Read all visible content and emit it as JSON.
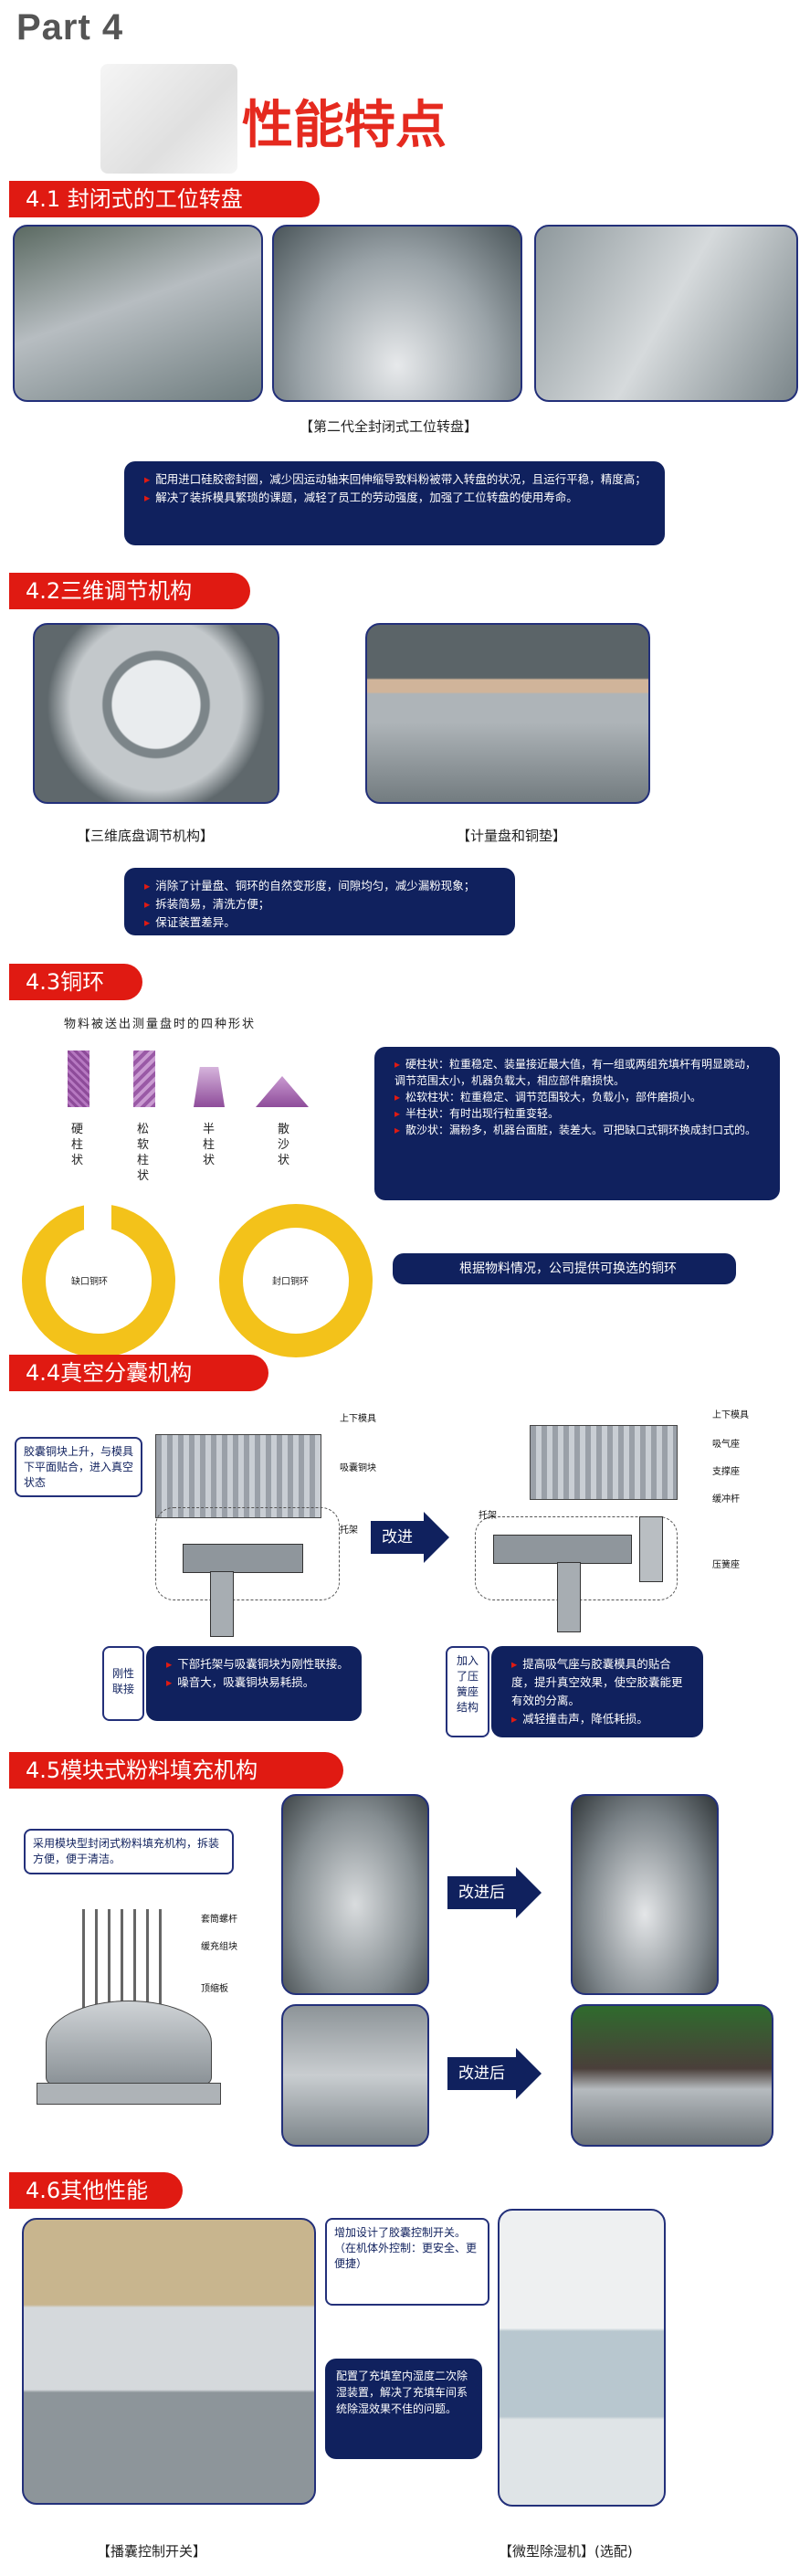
{
  "header": {
    "part": "Part 4",
    "title": "性能特点"
  },
  "sec41": {
    "heading": "4.1 封闭式的工位转盘",
    "caption": "【第二代全封闭式工位转盘】",
    "bullets": [
      "配用进口硅胶密封圈，减少因运动轴来回伸缩导致料粉被带入转盘的状况，且运行平稳，精度高；",
      "解决了装拆模具繁琐的课题，减轻了员工的劳动强度，加强了工位转盘的使用寿命。"
    ]
  },
  "sec42": {
    "heading": "4.2三维调节机构",
    "caption_left": "【三维底盘调节机构】",
    "caption_right": "【计量盘和铜垫】",
    "bullets": [
      "消除了计量盘、铜环的自然变形度，间隙均匀，减少漏粉现象；",
      "拆装简易，清洗方便；",
      "保证装置差异。"
    ]
  },
  "sec43": {
    "heading": "4.3铜环",
    "subtitle": "物料被送出测量盘时的四种形状",
    "shapes": [
      "硬柱状",
      "松软柱状",
      "半柱状",
      "散沙状"
    ],
    "bullets": [
      "硬柱状：粒重稳定、装量接近最大值，有一组或两组充填杆有明显跳动，调节范围太小，机器负载大，相应部件磨损快。",
      "松软柱状：粒重稳定、调节范围较大，负载小，部件磨损小。",
      "半柱状：有时出现行粒重变轻。",
      "散沙状：漏粉多，机器台面脏，装差大。可把缺口式铜环换成封口式的。"
    ],
    "ring_left": "缺口铜环",
    "ring_right": "封口铜环",
    "note": "根据物料情况，公司提供可换选的铜环"
  },
  "sec44": {
    "heading": "4.4真空分囊机构",
    "callout": "胶囊铜块上升，与模具下平面贴合，进入真空状态",
    "arrow": "改进",
    "left_labels": [
      "上下模具",
      "吸囊铜块",
      "托架"
    ],
    "right_labels": [
      "上下模具",
      "吸气座",
      "支撑座",
      "缓冲杆",
      "压簧座",
      "托架"
    ],
    "left_tag": "刚性联接",
    "right_tag": "加入了压簧座结构",
    "left_bullets": [
      "下部托架与吸囊铜块为刚性联接。",
      "噪音大，吸囊铜块易耗损。"
    ],
    "right_bullets": [
      "提高吸气座与胶囊模具的贴合度，提升真空效果，使空胶囊能更有效的分离。",
      "减轻撞击声，降低耗损。"
    ]
  },
  "sec45": {
    "heading": "4.5模块式粉料填充机构",
    "callout": "采用模块型封闭式粉料填充机构，拆装方便，便于清洁。",
    "arrow1": "改进后",
    "arrow2": "改进后",
    "labels": [
      "套筒螺杆",
      "缓充组块",
      "顶缩板"
    ]
  },
  "sec46": {
    "heading": "4.6其他性能",
    "note1": "增加设计了胶囊控制开关。（在机体外控制：更安全、更便捷）",
    "note2": "配置了充填室内湿度二次除湿装置，解决了充填车间系统除湿效果不佳的问题。",
    "caption_left": "【播囊控制开关】",
    "caption_right": "【微型除湿机】(选配)"
  }
}
